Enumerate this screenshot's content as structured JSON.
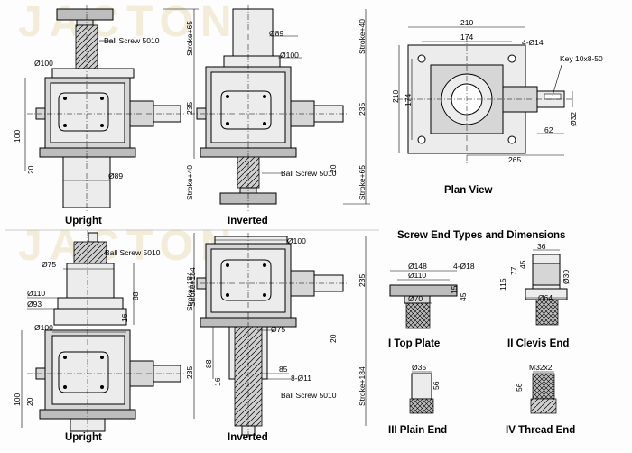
{
  "watermark": "JACTON",
  "views": {
    "upright": "Upright",
    "inverted": "Inverted",
    "plan_view": "Plan View"
  },
  "screw_end": {
    "title": "Screw End Types and Dimensions",
    "top_plate": "I Top Plate",
    "clevis_end": "II Clevis End",
    "plain_end": "III Plain End",
    "thread_end": "IV Thread End"
  },
  "dims": {
    "ball_screw": "Ball Screw 5010",
    "stroke_65": "Stroke+65",
    "stroke_40": "Stroke+40",
    "stroke_184": "Stroke+184",
    "d100": "Ø100",
    "d89": "Ø89",
    "d75": "Ø75",
    "d110": "Ø110",
    "d93": "Ø93",
    "v235": "235",
    "v100": "100",
    "v20": "20",
    "v88": "88",
    "v16": "16",
    "v85": "85",
    "holes_8": "8-Ø11",
    "plan_210": "210",
    "plan_174": "174",
    "plan_holes": "4-Ø14",
    "plan_key": "Key 10x8-50",
    "plan_d32": "Ø32",
    "plan_62": "62",
    "plan_265": "265",
    "tp_d148": "Ø148",
    "tp_d110": "Ø110",
    "tp_holes": "4-Ø18",
    "tp_d70": "Ø70",
    "tp_45": "45",
    "tp_15": "15",
    "ce_36": "36",
    "ce_115": "115",
    "ce_77": "77",
    "ce_45": "45",
    "ce_d30": "Ø30",
    "ce_d64": "Ø64",
    "pe_d35": "Ø35",
    "pe_56": "56",
    "te_m32": "M32x2",
    "te_56": "56"
  }
}
